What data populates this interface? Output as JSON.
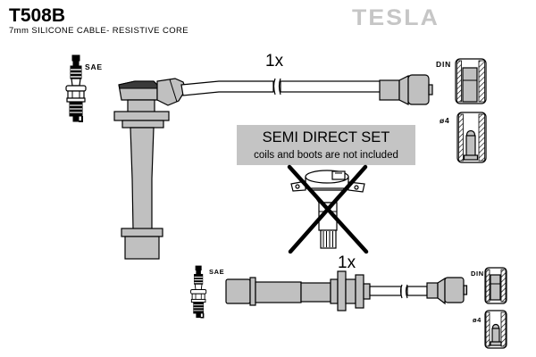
{
  "header": {
    "part_number": "T508B",
    "subtitle": "7mm SILICONE CABLE- RESISTIVE CORE",
    "brand": "TESLA"
  },
  "notice_box": {
    "title": "SEMI DIRECT SET",
    "subtitle": "coils and boots are not included"
  },
  "top_assembly": {
    "plug_standard_label": "SAE",
    "quantity_label": "1x",
    "terminal_din_label": "DIN",
    "terminal_diameter_label": "ø4"
  },
  "bottom_assembly": {
    "plug_standard_label": "SAE",
    "quantity_label": "1x",
    "terminal_din_label": "DIN",
    "terminal_diameter_label": "ø4"
  },
  "excluded_part": {
    "name": "ignition coil (crossed out, not included)"
  },
  "icons": [
    "spark-plug-icon",
    "plug-boot-icon",
    "ignition-cable-icon",
    "distributor-connector-icon",
    "din-terminal-cross-section-icon",
    "4mm-terminal-cross-section-icon",
    "ignition-coil-icon",
    "cross-out-x-icon"
  ],
  "colors": {
    "background": "#ffffff",
    "line": "#000000",
    "boot_fill": "#c0c0c0",
    "brand_gray": "#c6c6c6",
    "notice_background": "#c4c4c4"
  }
}
